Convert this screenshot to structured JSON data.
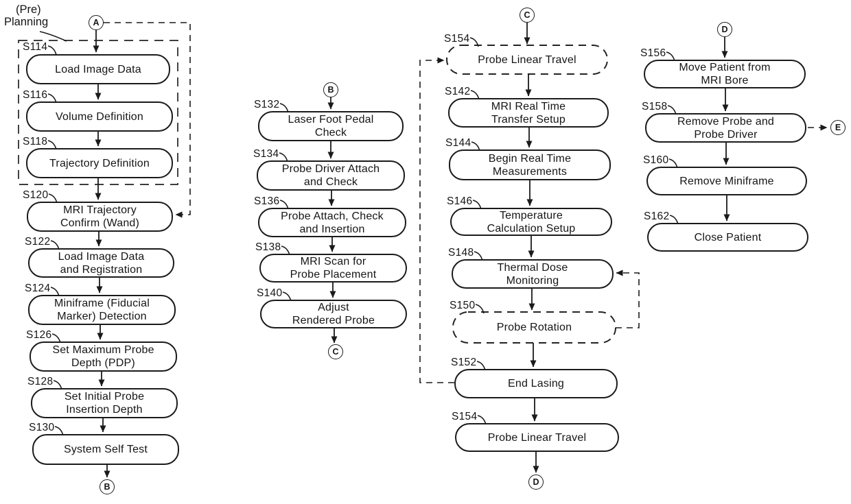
{
  "figure": {
    "pre_planning": {
      "line1": "(Pre)",
      "line2": "Planning"
    }
  },
  "circles": {
    "a": "A",
    "b": "B",
    "c": "C",
    "d": "D",
    "e": "E"
  },
  "nodes": {
    "s114": {
      "ref": "S114",
      "l1": "Load Image Data"
    },
    "s116": {
      "ref": "S116",
      "l1": "Volume Definition"
    },
    "s118": {
      "ref": "S118",
      "l1": "Trajectory Definition"
    },
    "s120": {
      "ref": "S120",
      "l1": "MRI Trajectory",
      "l2": "Confirm (Wand)"
    },
    "s122": {
      "ref": "S122",
      "l1": "Load Image Data",
      "l2": "and Registration"
    },
    "s124": {
      "ref": "S124",
      "l1": "Miniframe (Fiducial",
      "l2": "Marker) Detection"
    },
    "s126": {
      "ref": "S126",
      "l1": "Set Maximum Probe",
      "l2": "Depth (PDP)"
    },
    "s128": {
      "ref": "S128",
      "l1": "Set Initial Probe",
      "l2": "Insertion Depth"
    },
    "s130": {
      "ref": "S130",
      "l1": "System Self Test"
    },
    "s132": {
      "ref": "S132",
      "l1": "Laser Foot Pedal",
      "l2": "Check"
    },
    "s134": {
      "ref": "S134",
      "l1": "Probe Driver Attach",
      "l2": "and Check"
    },
    "s136": {
      "ref": "S136",
      "l1": "Probe Attach, Check",
      "l2": "and Insertion"
    },
    "s138": {
      "ref": "S138",
      "l1": "MRI Scan for",
      "l2": "Probe Placement"
    },
    "s140": {
      "ref": "S140",
      "l1": "Adjust",
      "l2": "Rendered Probe"
    },
    "s154_top": {
      "ref": "S154",
      "l1": "Probe Linear Travel"
    },
    "s142": {
      "ref": "S142",
      "l1": "MRI Real Time",
      "l2": "Transfer Setup"
    },
    "s144": {
      "ref": "S144",
      "l1": "Begin Real Time",
      "l2": "Measurements"
    },
    "s146": {
      "ref": "S146",
      "l1": "Temperature",
      "l2": "Calculation Setup"
    },
    "s148": {
      "ref": "S148",
      "l1": "Thermal Dose",
      "l2": "Monitoring"
    },
    "s150": {
      "ref": "S150",
      "l1": "Probe Rotation"
    },
    "s152": {
      "ref": "S152",
      "l1": "End Lasing"
    },
    "s154_bottom": {
      "ref": "S154",
      "l1": "Probe Linear Travel"
    },
    "s156": {
      "ref": "S156",
      "l1": "Move Patient from",
      "l2": "MRI Bore"
    },
    "s158": {
      "ref": "S158",
      "l1": "Remove Probe and",
      "l2": "Probe Driver"
    },
    "s160": {
      "ref": "S160",
      "l1": "Remove Miniframe"
    },
    "s162": {
      "ref": "S162",
      "l1": "Close Patient"
    }
  }
}
